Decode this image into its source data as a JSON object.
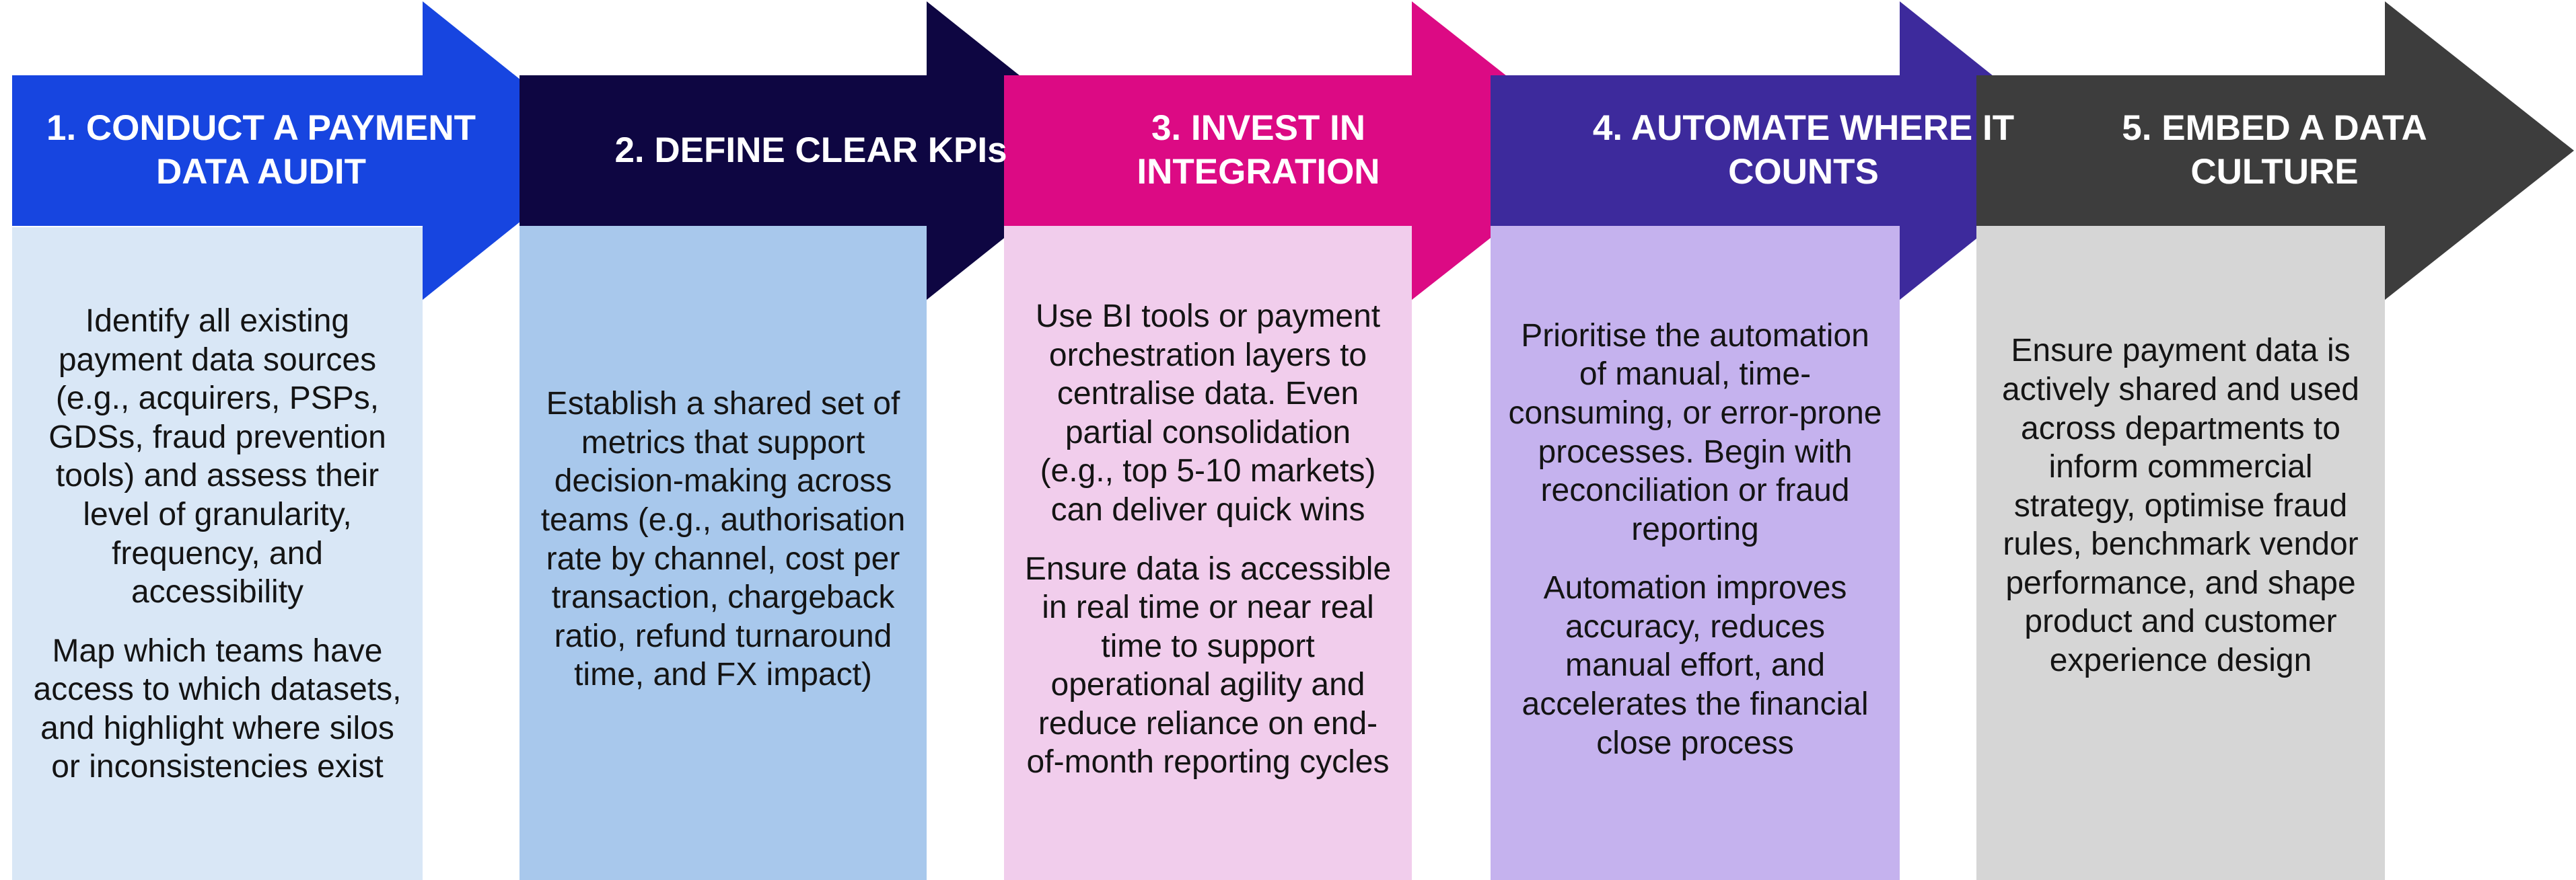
{
  "steps": [
    {
      "title": "1.  CONDUCT A PAYMENT DATA AUDIT",
      "arrow_color": "#1745E0",
      "box_color": "#D9E7F6",
      "body": [
        "Identify all existing payment data sources (e.g., acquirers, PSPs, GDSs, fraud prevention tools) and assess their level of granularity, frequency, and accessibility",
        "Map which teams have access to which datasets, and highlight where silos or inconsistencies exist"
      ]
    },
    {
      "title": "2. DEFINE CLEAR KPIs",
      "arrow_color": "#0E0642",
      "box_color": "#A8C8EC",
      "body": [
        "Establish a shared set of metrics that support decision-making across teams (e.g., authorisation rate by channel, cost per transaction, chargeback ratio, refund turnaround time, and FX impact)"
      ]
    },
    {
      "title": "3. INVEST IN INTEGRATION",
      "arrow_color": "#DC0A84",
      "box_color": "#F1CDEC",
      "body": [
        "Use BI tools or payment orchestration layers to centralise data. Even partial consolidation (e.g., top 5-10 markets) can deliver quick wins",
        "Ensure data is accessible in real time or near real time to support operational agility and reduce reliance on end-of-month reporting cycles"
      ]
    },
    {
      "title": "4. AUTOMATE WHERE IT COUNTS",
      "arrow_color": "#3D2A9C",
      "box_color": "#C5B2EE",
      "body": [
        "Prioritise the automation of manual, time-consuming, or error-prone processes. Begin with reconciliation or fraud reporting",
        "Automation improves accuracy, reduces manual effort, and accelerates the financial close process"
      ]
    },
    {
      "title": "5. EMBED A DATA CULTURE",
      "arrow_color": "#3D3D3D",
      "box_color": "#D6D6D6",
      "body": [
        "Ensure payment data is actively shared and used across departments to inform commercial strategy, optimise fraud rules, benchmark vendor performance, and shape product and customer experience design"
      ]
    }
  ]
}
